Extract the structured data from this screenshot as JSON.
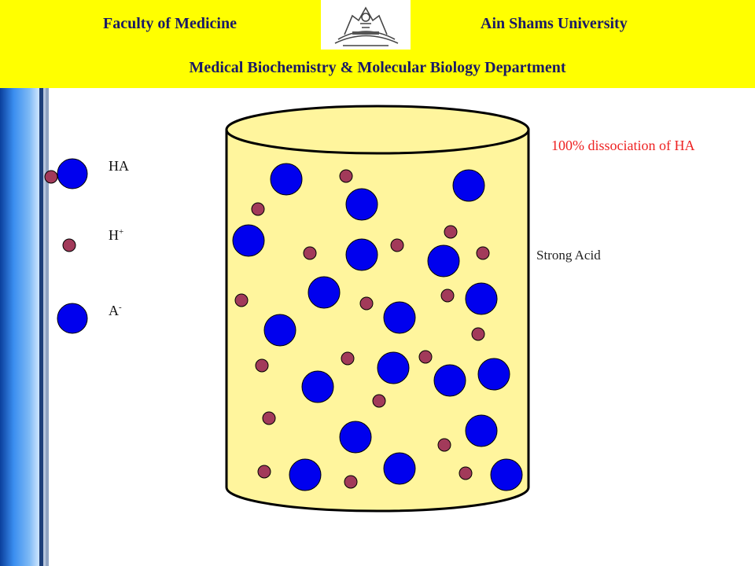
{
  "header": {
    "left_title": "Faculty of Medicine",
    "right_title": "Ain Shams University",
    "department": "Medical Biochemistry & Molecular Biology Department",
    "logo_icon": "faculty-of-medicine-emblem"
  },
  "legend": {
    "ha_label": "HA",
    "h_label": "H",
    "h_charge": "+",
    "a_label": "A",
    "a_charge": "-"
  },
  "notes": {
    "dissociation": "100% dissociation of HA",
    "acid_type": "Strong Acid"
  },
  "colors": {
    "header_bg": "#ffff00",
    "header_text": "#1a1a66",
    "beaker_fill": "#fff59d",
    "anion_blue": "#0000ee",
    "proton_maroon": "#a23a5a",
    "note_red": "#ee2222",
    "side_bar_blue": "#2f7fe0"
  }
}
